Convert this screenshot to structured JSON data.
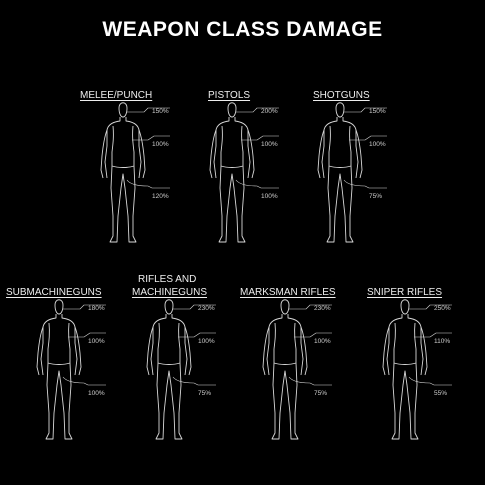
{
  "title": "WEAPON CLASS DAMAGE",
  "colors": {
    "background": "#000000",
    "figure": "#d8d8d8",
    "text": "#ffffff"
  },
  "classes": [
    {
      "name": "MELEE/PUNCH",
      "head": "150%",
      "torso": "100%",
      "legs": "120%"
    },
    {
      "name": "PISTOLS",
      "head": "200%",
      "torso": "100%",
      "legs": "100%"
    },
    {
      "name": "SHOTGUNS",
      "head": "150%",
      "torso": "100%",
      "legs": "75%"
    },
    {
      "name": "SUBMACHINEGUNS",
      "head": "180%",
      "torso": "100%",
      "legs": "100%"
    },
    {
      "name": "RIFLES AND MACHINEGUNS",
      "name_line1": "RIFLES AND",
      "name_line2": "MACHINEGUNS",
      "head": "230%",
      "torso": "100%",
      "legs": "75%"
    },
    {
      "name": "MARKSMAN RIFLES",
      "head": "230%",
      "torso": "100%",
      "legs": "75%"
    },
    {
      "name": "SNIPER RIFLES",
      "head": "250%",
      "torso": "110%",
      "legs": "55%"
    }
  ]
}
